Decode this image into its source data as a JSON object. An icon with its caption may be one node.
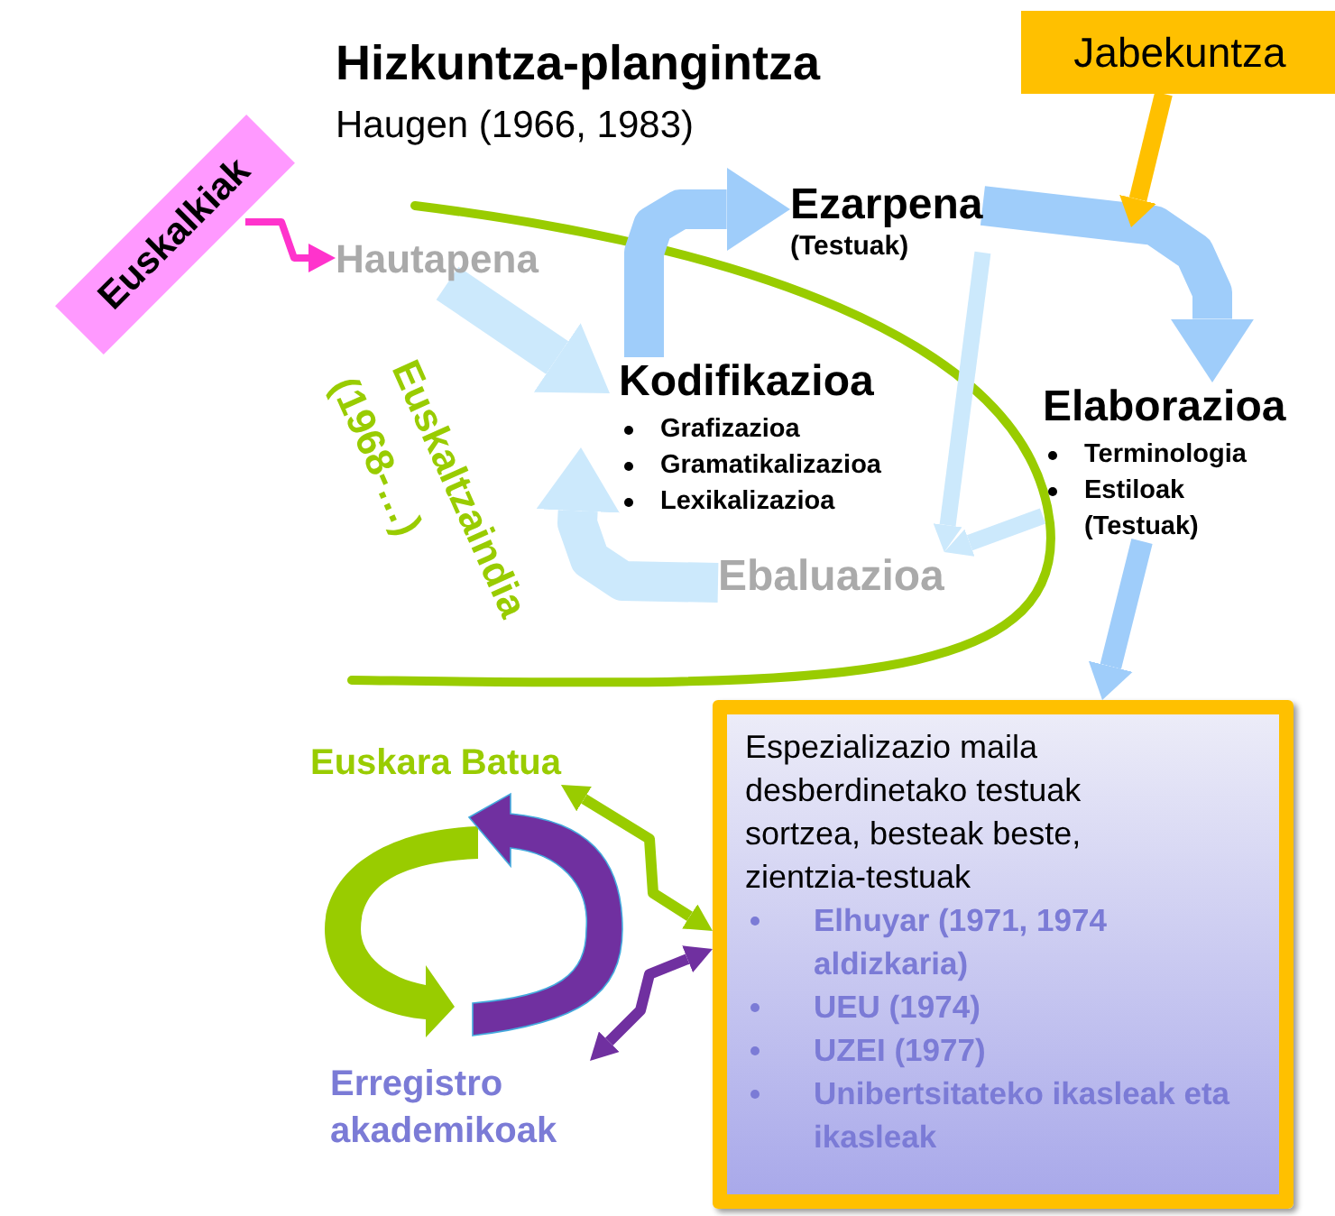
{
  "diagram": {
    "title": "Hizkuntza-plangintza",
    "nodes": [
      {
        "text": [
          "Euskalkiak"
        ]
      },
      {
        "text": [
          "Hautapena"
        ]
      },
      {
        "text": [
          "Ezarpena",
          "(Testuak)"
        ]
      },
      {
        "text": [
          "Kodifikazioa",
          "Grafizazioa",
          "Gramatikalizazioa",
          "Lexikalizazioa"
        ]
      },
      {
        "text": [
          "Jabekuntza"
        ]
      },
      {
        "text": [
          "Elaborazioa",
          "Terminologia",
          "Estiloak (Testuak)"
        ]
      },
      {
        "text": [
          "Ebaluazioa"
        ]
      },
      {
        "text": [
          "Euskara Batua"
        ]
      },
      {
        "text": [
          "Erregistro akademikoak"
        ]
      },
      {
        "text": [
          "Espezializazio maila desberdinetako testuak sortzea, besteak beste, zientzia-testuak",
          "Elhuyar (1971, 1974 aldizkaria)",
          "UEU (1974)",
          "UZEI (1977)",
          "Unibertsitateko ikasleak eta ikasleak"
        ]
      }
    ],
    "edges": [
      {
        "from": 0,
        "to": 1,
        "arrow": "to",
        "color": "#ff33cc"
      },
      {
        "from": 1,
        "to": 3,
        "arrow": "to",
        "style": "thick",
        "color": "#cce9fc"
      },
      {
        "from": 3,
        "to": 2,
        "arrow": "to",
        "style": "thick"
      },
      {
        "from": 2,
        "to": 5,
        "arrow": "to",
        "style": "thick"
      },
      {
        "from": 4,
        "to": null,
        "arrow": "to",
        "color": "#ffc000"
      },
      {
        "from": 2,
        "to": 6,
        "arrow": "to",
        "color": "#cce9fc"
      },
      {
        "from": 5,
        "to": 6,
        "arrow": "to",
        "color": "#cce9fc"
      },
      {
        "from": 6,
        "to": 3,
        "arrow": "to",
        "style": "thick",
        "color": "#cce9fc"
      },
      {
        "from": 5,
        "to": 9,
        "arrow": "to"
      },
      {
        "from": 7,
        "to": 9,
        "arrow": "both",
        "color": "#99cc00"
      },
      {
        "from": 8,
        "to": 9,
        "arrow": "both",
        "color": "#7030a0"
      }
    ],
    "labels": [
      "Haugen (1966,  1983)",
      "Euskaltzaindia",
      "(1968-…)"
    ]
  }
}
